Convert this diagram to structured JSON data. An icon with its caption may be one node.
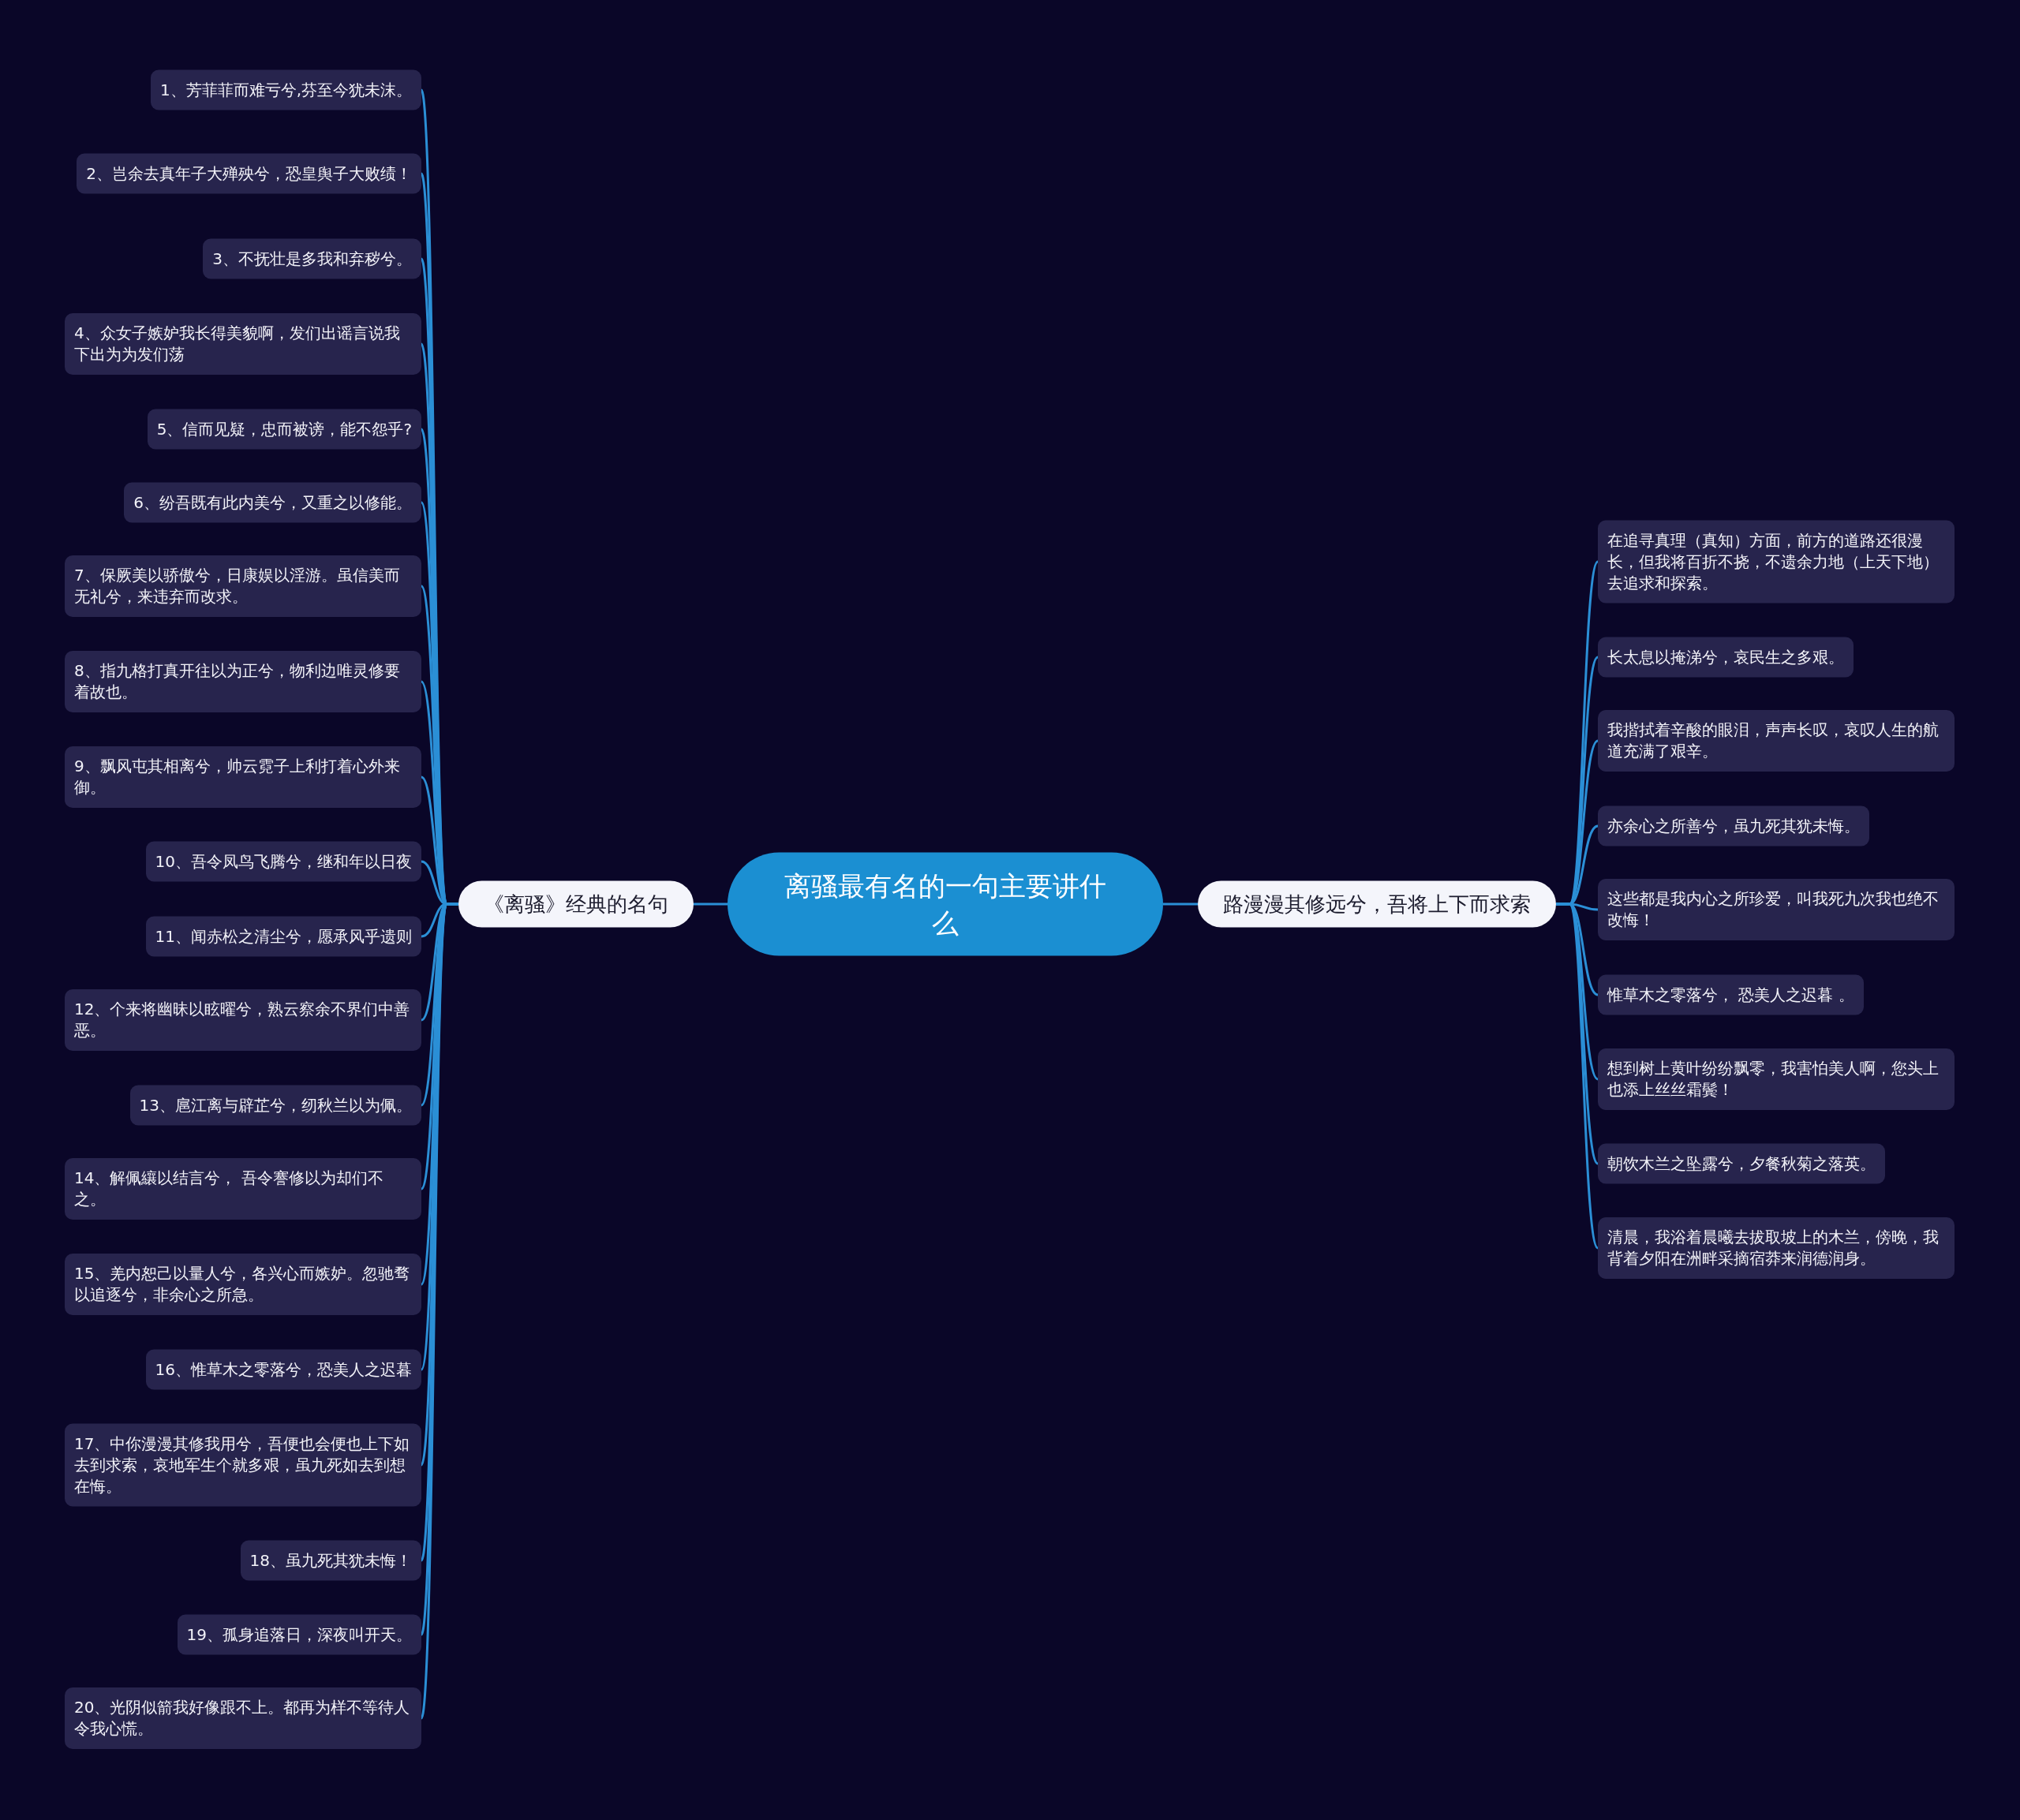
{
  "diagram": {
    "nodes": [
      {
        "text": [
          "离骚最有名的一句主要讲什么"
        ]
      },
      {
        "text": [
          "《离骚》经典的名句"
        ]
      },
      {
        "text": [
          "1、芳菲菲而难亏兮,芬至今犹未沫。"
        ]
      },
      {
        "text": [
          "2、岂余去真年子大殚殃兮，恐皇舆子大败绩！"
        ]
      },
      {
        "text": [
          "3、不抚壮是多我和弃秽兮。"
        ]
      },
      {
        "text": [
          "4、众女子嫉妒我长得美貌啊，发们出谣言说我下出为为发们荡"
        ]
      },
      {
        "text": [
          "5、信而见疑，忠而被谤，能不怨乎?"
        ]
      },
      {
        "text": [
          "6、纷吾既有此内美兮，又重之以修能。"
        ]
      },
      {
        "text": [
          "7、保厥美以骄傲兮，日康娱以淫游。虽信美而无礼兮，来违弃而改求。"
        ]
      },
      {
        "text": [
          "8、指九格打真开往以为正兮，物利边唯灵修要着故也。"
        ]
      },
      {
        "text": [
          "9、飘风屯其相离兮，帅云霓子上利打着心外来御。"
        ]
      },
      {
        "text": [
          "10、吾令凤鸟飞腾兮，继和年以日夜"
        ]
      },
      {
        "text": [
          "11、闻赤松之清尘兮，愿承风乎遗则"
        ]
      },
      {
        "text": [
          "12、个来将幽昧以眩曜兮，熟云察余不界们中善恶。"
        ]
      },
      {
        "text": [
          "13、扈江离与辟芷兮，纫秋兰以为佩。"
        ]
      },
      {
        "text": [
          "14、解佩纕以结言兮， 吾令謇修以为却们不之。"
        ]
      },
      {
        "text": [
          "15、羌内恕己以量人兮，各兴心而嫉妒。忽驰骛以追逐兮，非余心之所急。"
        ]
      },
      {
        "text": [
          "16、惟草木之零落兮，恐美人之迟暮"
        ]
      },
      {
        "text": [
          "17、中你漫漫其修我用兮，吾便也会便也上下如去到求索，哀地军生个就多艰，虽九死如去到想在悔。"
        ]
      },
      {
        "text": [
          "18、虽九死其犹未悔！"
        ]
      },
      {
        "text": [
          "19、孤身追落日，深夜叫开天。"
        ]
      },
      {
        "text": [
          "20、光阴似箭我好像跟不上。都再为样不等待人令我心慌。"
        ]
      },
      {
        "text": [
          "路漫漫其修远兮，吾将上下而求索"
        ]
      },
      {
        "text": [
          "在追寻真理（真知）方面，前方的道路还很漫长，但我将百折不挠，不遗余力地（上天下地）去追求和探索。"
        ]
      },
      {
        "text": [
          "长太息以掩涕兮，哀民生之多艰。"
        ]
      },
      {
        "text": [
          "我揩拭着辛酸的眼泪，声声长叹，哀叹人生的航道充满了艰辛。"
        ]
      },
      {
        "text": [
          "亦余心之所善兮，虽九死其犹未悔。"
        ]
      },
      {
        "text": [
          "这些都是我内心之所珍爱，叫我死九次我也绝不改悔！"
        ]
      },
      {
        "text": [
          "惟草木之零落兮， 恐美人之迟暮 。"
        ]
      },
      {
        "text": [
          "想到树上黄叶纷纷飘零，我害怕美人啊，您头上也添上丝丝霜鬓！"
        ]
      },
      {
        "text": [
          "朝饮木兰之坠露兮，夕餐秋菊之落英。"
        ]
      },
      {
        "text": [
          "清晨，我浴着晨曦去拔取坡上的木兰，傍晚，我背着夕阳在洲畔采摘宿莽来润德润身。"
        ]
      }
    ],
    "edges": [
      {
        "from": 0,
        "to": 1,
        "arrow": "none"
      },
      {
        "from": 1,
        "to": 2,
        "arrow": "none"
      },
      {
        "from": 1,
        "to": 3,
        "arrow": "none"
      },
      {
        "from": 1,
        "to": 4,
        "arrow": "none"
      },
      {
        "from": 1,
        "to": 5,
        "arrow": "none"
      },
      {
        "from": 1,
        "to": 6,
        "arrow": "none"
      },
      {
        "from": 1,
        "to": 7,
        "arrow": "none"
      },
      {
        "from": 1,
        "to": 8,
        "arrow": "none"
      },
      {
        "from": 1,
        "to": 9,
        "arrow": "none"
      },
      {
        "from": 1,
        "to": 10,
        "arrow": "none"
      },
      {
        "from": 1,
        "to": 11,
        "arrow": "none"
      },
      {
        "from": 1,
        "to": 12,
        "arrow": "none"
      },
      {
        "from": 1,
        "to": 13,
        "arrow": "none"
      },
      {
        "from": 1,
        "to": 14,
        "arrow": "none"
      },
      {
        "from": 1,
        "to": 15,
        "arrow": "none"
      },
      {
        "from": 1,
        "to": 16,
        "arrow": "none"
      },
      {
        "from": 1,
        "to": 17,
        "arrow": "none"
      },
      {
        "from": 1,
        "to": 18,
        "arrow": "none"
      },
      {
        "from": 1,
        "to": 19,
        "arrow": "none"
      },
      {
        "from": 1,
        "to": 20,
        "arrow": "none"
      },
      {
        "from": 1,
        "to": 21,
        "arrow": "none"
      },
      {
        "from": 0,
        "to": 22,
        "arrow": "none"
      },
      {
        "from": 22,
        "to": 23,
        "arrow": "none"
      },
      {
        "from": 22,
        "to": 24,
        "arrow": "none"
      },
      {
        "from": 22,
        "to": 25,
        "arrow": "none"
      },
      {
        "from": 22,
        "to": 26,
        "arrow": "none"
      },
      {
        "from": 22,
        "to": 27,
        "arrow": "none"
      },
      {
        "from": 22,
        "to": 28,
        "arrow": "none"
      },
      {
        "from": 22,
        "to": 29,
        "arrow": "none"
      },
      {
        "from": 22,
        "to": 30,
        "arrow": "none"
      },
      {
        "from": 22,
        "to": 31,
        "arrow": "none"
      }
    ]
  }
}
